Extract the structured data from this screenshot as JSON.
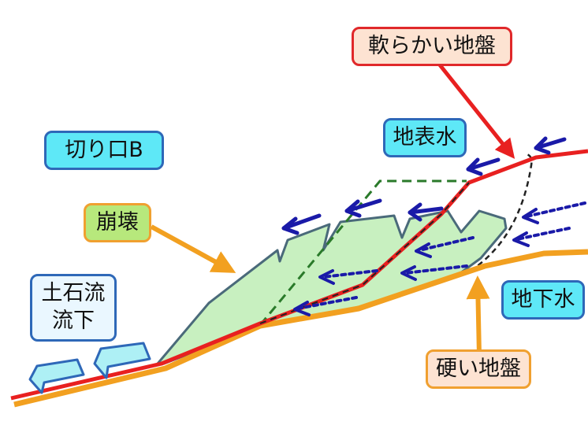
{
  "labels": {
    "cut_slope": "切り口B",
    "collapse": "崩壊",
    "debris_flow_line1": "土石流",
    "debris_flow_line2": "流下",
    "surface_water": "地表水",
    "soft_ground": "軟らかい地盤",
    "groundwater": "地下水",
    "hard_ground": "硬い地盤"
  },
  "colors": {
    "soft_ground_line": "#e82020",
    "hard_ground_line": "#f2a020",
    "collapse_fill": "#c8f0c0",
    "collapse_outline": "#4a6a7a",
    "original_slope_dash": "#2a7a2a",
    "slip_surface_dash": "#222222",
    "arrow_blue": "#1a1aa8",
    "debris_arrow_fill": "#aef0f5",
    "debris_arrow_stroke": "#2e68b8",
    "label_box_cyan": "#5ee8f7",
    "label_box_green": "#b7e87c",
    "label_box_peach": "#fde3d2"
  },
  "icons": {
    "surface_water_arrows": "blue-open-arrow-icon",
    "groundwater_arrows": "blue-dotted-arrow-icon",
    "debris_flow_arrows": "block-arrow-icon"
  }
}
